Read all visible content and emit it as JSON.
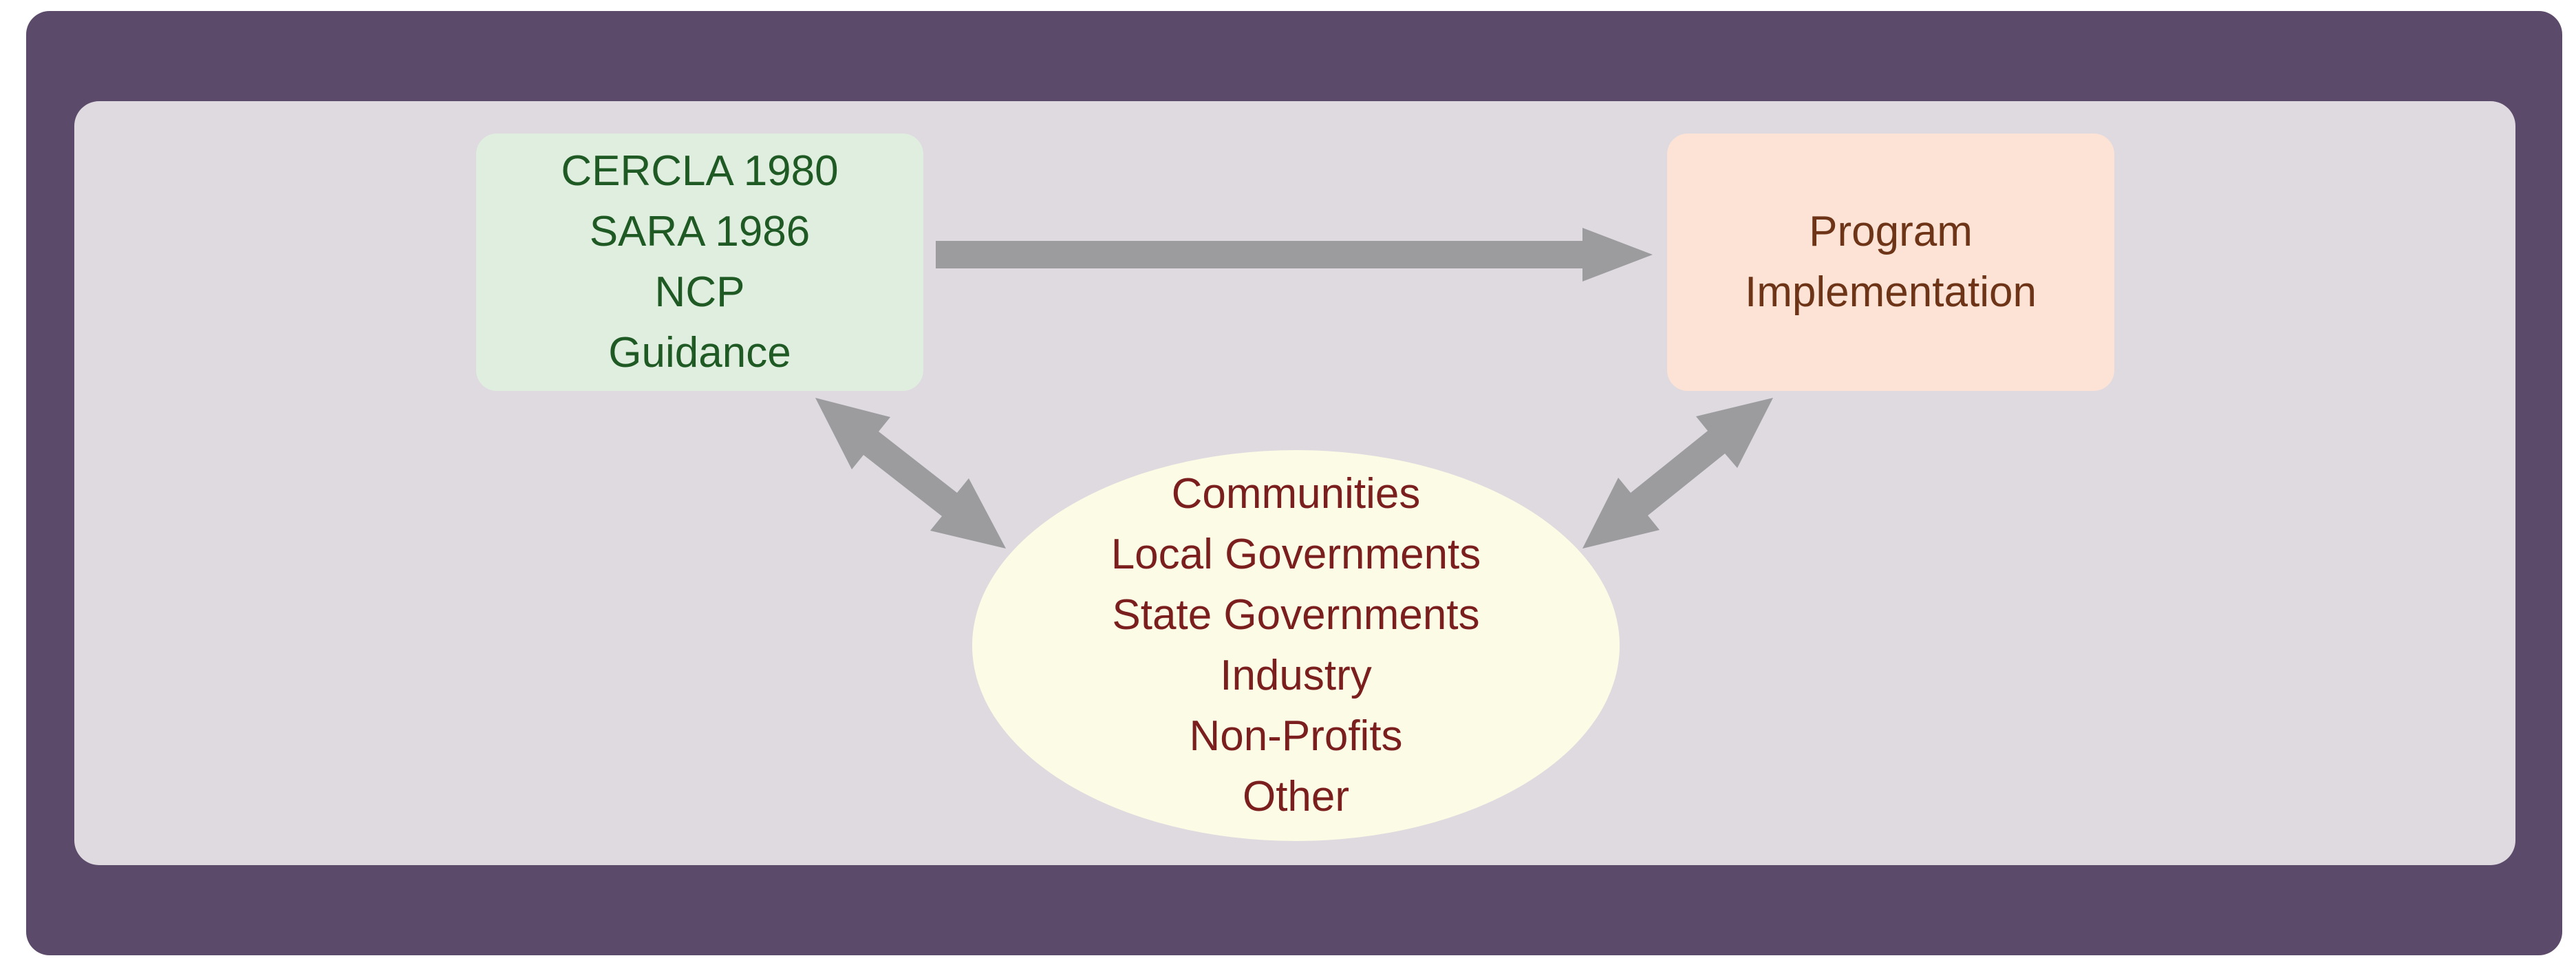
{
  "colors": {
    "frame": "#5c4a6a",
    "panel": "#dedae0",
    "arrow": "#9c9c9f",
    "laws_box": "#e0eee0",
    "laws_text": "#1f5a24",
    "program_box": "#fce3d6",
    "program_text": "#6e3417",
    "stakeholders_box": "#fcfbe5",
    "stakeholders_text": "#7a1e1e"
  },
  "nodes": {
    "laws": {
      "lines": [
        "CERCLA 1980",
        "SARA 1986",
        "NCP",
        "Guidance"
      ]
    },
    "program": {
      "lines": [
        "Program",
        "Implementation"
      ]
    },
    "stakeholders": {
      "lines": [
        "Communities",
        "Local Governments",
        "State Governments",
        "Industry",
        "Non-Profits",
        "Other"
      ]
    }
  },
  "edges": [
    {
      "from": "laws",
      "to": "program",
      "direction": "one-way"
    },
    {
      "from": "laws",
      "to": "stakeholders",
      "direction": "two-way"
    },
    {
      "from": "program",
      "to": "stakeholders",
      "direction": "two-way"
    }
  ]
}
